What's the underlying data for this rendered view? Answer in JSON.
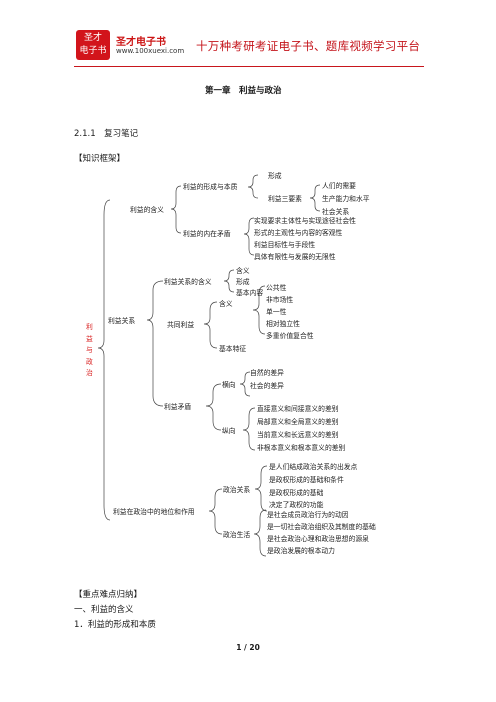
{
  "header": {
    "logo_line1": "圣才",
    "logo_line2": "电子书",
    "brand_name": "圣才电子书",
    "url": "www.100xuexi.com",
    "slogan": "十万种考研考证电子书、题库视频学习平台"
  },
  "chapter_title": "第一章　利益与政治",
  "section_title": "2.1.1　复习笔记",
  "knowledge_frame_label": "【知识框架】",
  "mindmap": {
    "root": [
      "利",
      "益",
      "与",
      "政",
      "治"
    ],
    "b1": {
      "label": "利益的含义",
      "c1": {
        "label": "利益的形成与本质",
        "leaf1": "形成",
        "leaf2": "利益三要素",
        "elements": [
          "人们的需要",
          "生产能力和水平",
          "社会关系"
        ]
      },
      "c2": {
        "label": "利益的内在矛盾",
        "items": [
          "实现要求主体性与实现途径社会性",
          "形式的主观性与内容的客观性",
          "利益目标性与手段性",
          "具体有限性与发展的无限性"
        ]
      }
    },
    "b2": {
      "label": "利益关系",
      "c1": {
        "label": "利益关系的含义",
        "items": [
          "含义",
          "形成",
          "基本内容"
        ]
      },
      "c2": {
        "label": "共同利益",
        "meaning": "含义",
        "features_label": "基本特征",
        "features": [
          "公共性",
          "非市场性",
          "单一性",
          "相对独立性",
          "多重价值复合性"
        ]
      },
      "c3": {
        "label": "利益矛盾",
        "horizontal": "横向",
        "h_items": [
          "自然的差异",
          "社会的差异"
        ],
        "vertical": "纵向",
        "v_items": [
          "直接意义和间接意义的差别",
          "局部意义和全局意义的差别",
          "当前意义和长远意义的差别",
          "非根本意义和根本意义的差别"
        ]
      }
    },
    "b3": {
      "label": "利益在政治中的地位和作用",
      "c1": {
        "label": "政治关系",
        "items": [
          "是人们结成政治关系的出发点",
          "是政权形成的基础和条件",
          "是政权形成的基础",
          "决定了政权的功能"
        ]
      },
      "c2": {
        "label": "政治生活",
        "items": [
          "是社会成员政治行为的动因",
          "是一切社会政治组织及其制度的基础",
          "是社会政治心理和政治思想的源泉",
          "是政治发展的根本动力"
        ]
      }
    }
  },
  "key_points_label": "【重点难点归纳】",
  "outline": [
    "一、利益的含义",
    "1．利益的形成和本质"
  ],
  "page_number": "1 / 20"
}
